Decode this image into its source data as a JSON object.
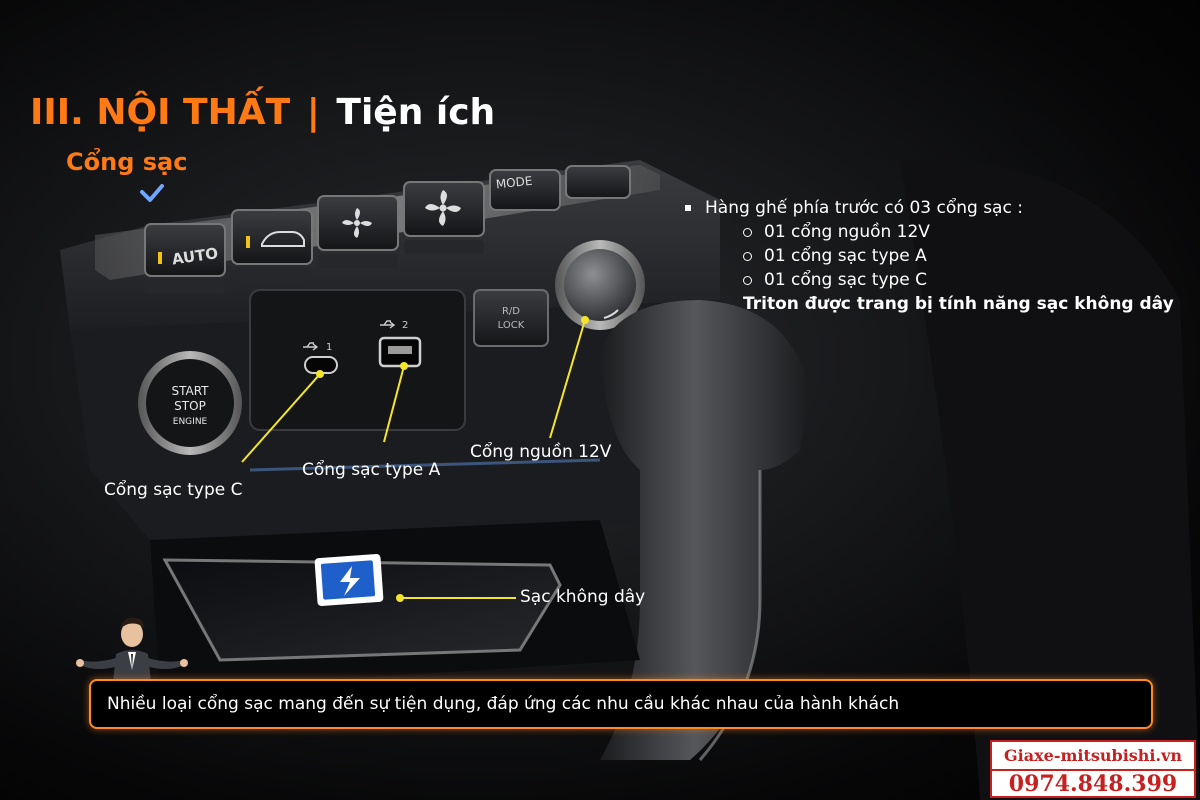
{
  "title": {
    "main": "III. NỘI THẤT",
    "separator": "|",
    "sub": "Tiện ích"
  },
  "subheading": "Cổng sạc",
  "info": {
    "heading": "Hàng ghế phía trước có 03 cổng sạc :",
    "items": [
      "01 cổng nguồn 12V",
      "01 cổng sạc type A",
      "01 cổng sạc type C"
    ],
    "note": "Triton được trang bị tính năng sạc không dây"
  },
  "console": {
    "auto_label": "AUTO",
    "mode_label": "MODE",
    "start_line1": "START",
    "start_line2": "STOP",
    "start_line3": "ENGINE",
    "port1_number": "1",
    "port2_number": "2",
    "rd_line1": "R/D",
    "rd_line2": "LOCK"
  },
  "callouts": {
    "type_c": "Cổng sạc type C",
    "type_a": "Cổng sạc type A",
    "power_12v": "Cổng nguồn 12V",
    "wireless": "Sạc không dây"
  },
  "bottom_caption": "Nhiều loại cổng sạc mang đến sự tiện dụng, đáp ứng các nhu cầu khác nhau của hành khách",
  "brand": {
    "site": "Giaxe-mitsubishi.vn",
    "phone": "0974.848.399"
  },
  "colors": {
    "accent": "#ff7a14",
    "callout_line": "#f5e52a",
    "brand_red": "#c81f1f"
  }
}
